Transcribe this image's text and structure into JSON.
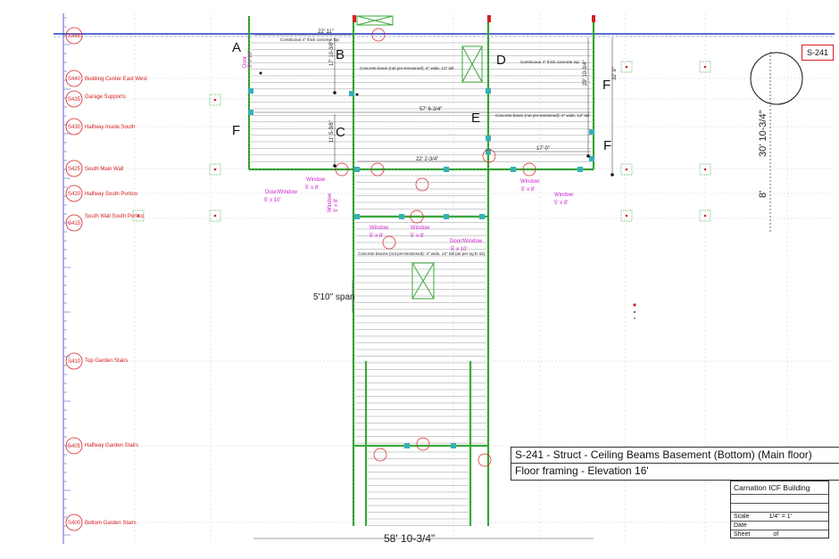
{
  "levels": [
    {
      "tag": "S445",
      "name": ""
    },
    {
      "tag": "S440",
      "name": "Building Center East West"
    },
    {
      "tag": "S435",
      "name": "Garage Supports"
    },
    {
      "tag": "S430",
      "name": "Halfway Inside South"
    },
    {
      "tag": "S425",
      "name": "South Main Wall"
    },
    {
      "tag": "S420",
      "name": "Halfway South Portico"
    },
    {
      "tag": "S415",
      "name": "South Wall South Portico"
    },
    {
      "tag": "S410",
      "name": "Top Garden Stairs"
    },
    {
      "tag": "S405",
      "name": "Halfway Garden Stairs"
    },
    {
      "tag": "S400",
      "name": "Bottom Garden Stairs"
    }
  ],
  "letters": [
    "A",
    "B",
    "C",
    "D",
    "E",
    "F",
    "F",
    "F"
  ],
  "windows": [
    {
      "label": "Door/Window",
      "size": "5' x 10'"
    },
    {
      "label": "Window",
      "size": "5' x 8'"
    },
    {
      "label": "Window",
      "size": "5' x 8'"
    },
    {
      "label": "Window",
      "size": "5' x 8'"
    },
    {
      "label": "Window",
      "size": "5' x 8'"
    },
    {
      "label": "Window",
      "size": "5' x 8'"
    },
    {
      "label": "Door/Window",
      "size": "5' x 10'"
    },
    {
      "label": "Window",
      "size": "5' x 8'"
    },
    {
      "label": "Door",
      "size": "5' x 10'"
    }
  ],
  "annotations": {
    "beam_top": "Concrete beam (not pre-tensioned): 4\" wide, 12\" tall",
    "beam_mid": "Concrete beam (not pre-tensioned): 4\" wide, 12\" tall",
    "beam_low": "Concrete beams (not pre-tensioned): 4\" wide, 12\" tall (as per eg E-42)",
    "cont_top": "Continuous 4\" thick concrete top",
    "cont_top2": "Continuous 4\" thick concrete top",
    "dim_22_11": "22' 11\"",
    "dim_57": "57' 6-3/4\"",
    "dim_22_2": "22' 2-3/4\"",
    "dim_17": "17' 0\"",
    "dim_17_10": "17' 10-3/8\"",
    "dim_11_5": "11' 5-3/8\"",
    "dim_29": "29' 10-3/4\"",
    "dim_32": "32' 9\"",
    "dim_30": "30' 10-3/4\"",
    "dim_8": "8'",
    "span": "5'10\" span",
    "bottom_dim": "58' 10-3/4\""
  },
  "sheet_tag": "S-241",
  "title": {
    "line1": "S-241 - Struct - Ceiling Beams Basement (Bottom) (Main floor)",
    "line2": "Floor framing - Elevation 16'"
  },
  "info": {
    "project": "Carnation ICF Building",
    "scale_label": "Scale",
    "scale_value": "1/4\" = 1'",
    "date_label": "Date",
    "sheet_label": "Sheet",
    "sheet_of": "of"
  },
  "colors": {
    "red": "#d62020",
    "magenta": "#cc22cc",
    "green": "#3aa83a",
    "blue": "#1f3fbf",
    "cyan": "#36b0b8",
    "grid": "#9aa0dd"
  }
}
